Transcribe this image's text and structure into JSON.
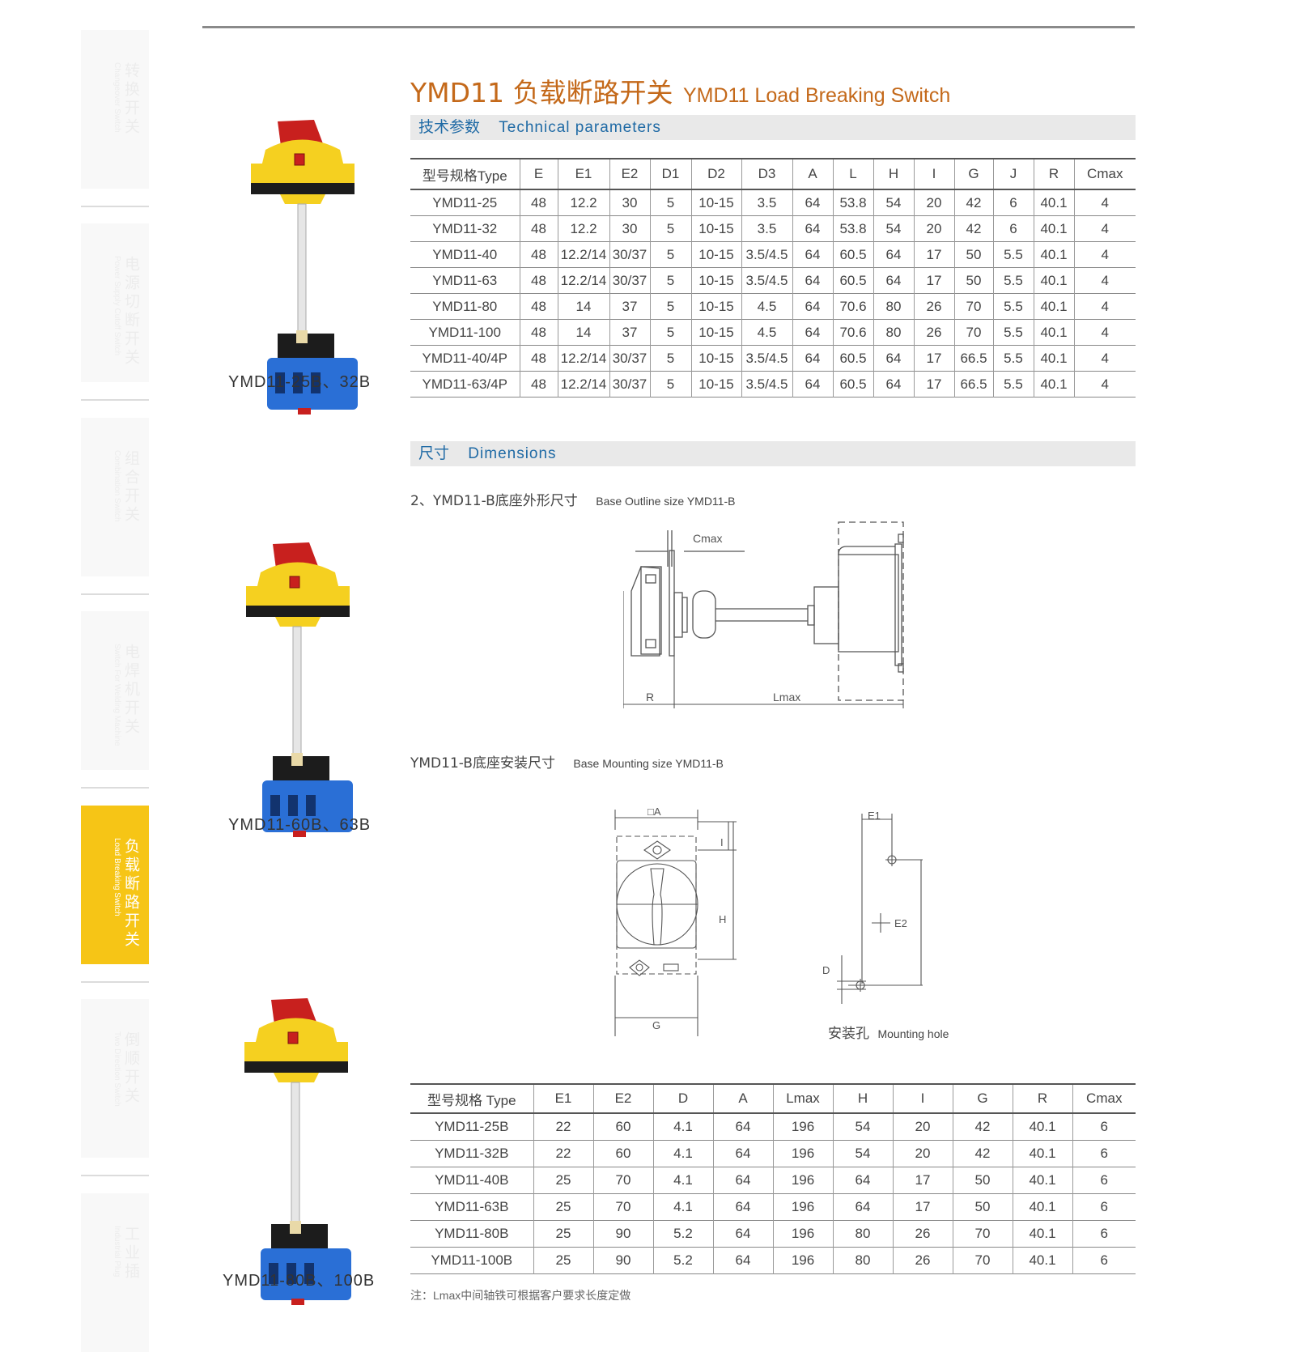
{
  "sidebar": [
    {
      "cn": "转换开关",
      "en": "Changeover Switch",
      "active": false
    },
    {
      "cn": "电源切断开关",
      "en": "Power Supply Cutoff Switch",
      "active": false
    },
    {
      "cn": "组合开关",
      "en": "Combination Switch",
      "active": false
    },
    {
      "cn": "电焊机开关",
      "en": "Switch For Welding Machine",
      "active": false
    },
    {
      "cn": "负载断路开关",
      "en": "Load Breaking Switch",
      "active": true
    },
    {
      "cn": "倒顺开关",
      "en": "Two Direction Switch",
      "active": false
    },
    {
      "cn": "工业插",
      "en": "Industrial Plug",
      "active": false
    }
  ],
  "header": {
    "title_cn": "YMD11 负载断路开关",
    "title_en": "YMD11 Load Breaking Switch"
  },
  "tech": {
    "band_cn": "技术参数",
    "band_en": "Technical  parameters",
    "columns": [
      "型号规格Type",
      "E",
      "E1",
      "E2",
      "D1",
      "D2",
      "D3",
      "A",
      "L",
      "H",
      "I",
      "G",
      "J",
      "R",
      "Cmax"
    ],
    "rows": [
      [
        "YMD11-25",
        "48",
        "12.2",
        "30",
        "5",
        "10-15",
        "3.5",
        "64",
        "53.8",
        "54",
        "20",
        "42",
        "6",
        "40.1",
        "4"
      ],
      [
        "YMD11-32",
        "48",
        "12.2",
        "30",
        "5",
        "10-15",
        "3.5",
        "64",
        "53.8",
        "54",
        "20",
        "42",
        "6",
        "40.1",
        "4"
      ],
      [
        "YMD11-40",
        "48",
        "12.2/14",
        "30/37",
        "5",
        "10-15",
        "3.5/4.5",
        "64",
        "60.5",
        "64",
        "17",
        "50",
        "5.5",
        "40.1",
        "4"
      ],
      [
        "YMD11-63",
        "48",
        "12.2/14",
        "30/37",
        "5",
        "10-15",
        "3.5/4.5",
        "64",
        "60.5",
        "64",
        "17",
        "50",
        "5.5",
        "40.1",
        "4"
      ],
      [
        "YMD11-80",
        "48",
        "14",
        "37",
        "5",
        "10-15",
        "4.5",
        "64",
        "70.6",
        "80",
        "26",
        "70",
        "5.5",
        "40.1",
        "4"
      ],
      [
        "YMD11-100",
        "48",
        "14",
        "37",
        "5",
        "10-15",
        "4.5",
        "64",
        "70.6",
        "80",
        "26",
        "70",
        "5.5",
        "40.1",
        "4"
      ],
      [
        "YMD11-40/4P",
        "48",
        "12.2/14",
        "30/37",
        "5",
        "10-15",
        "3.5/4.5",
        "64",
        "60.5",
        "64",
        "17",
        "66.5",
        "5.5",
        "40.1",
        "4"
      ],
      [
        "YMD11-63/4P",
        "48",
        "12.2/14",
        "30/37",
        "5",
        "10-15",
        "3.5/4.5",
        "64",
        "60.5",
        "64",
        "17",
        "66.5",
        "5.5",
        "40.1",
        "4"
      ]
    ]
  },
  "dims": {
    "band_cn": "尺寸",
    "band_en": "Dimensions",
    "outline_cn": "2、YMD11-B底座外形尺寸",
    "outline_en": "Base Outline size YMD11-B",
    "mount_cn": "YMD11-B底座安装尺寸",
    "mount_en": "Base Mounting size YMD11-B",
    "hole_cn": "安装孔",
    "hole_en": "Mounting hole",
    "labels": {
      "cmax": "Cmax",
      "r": "R",
      "lmax": "Lmax",
      "a": "□A",
      "i": "I",
      "h": "H",
      "g": "G",
      "e1": "E1",
      "e2": "E2",
      "d": "D"
    }
  },
  "products": [
    "YMD11-25B、32B",
    "YMD11-60B、63B",
    "YMD11-80B、100B"
  ],
  "base_table": {
    "columns": [
      "型号规格 Type",
      "E1",
      "E2",
      "D",
      "A",
      "Lmax",
      "H",
      "I",
      "G",
      "R",
      "Cmax"
    ],
    "rows": [
      [
        "YMD11-25B",
        "22",
        "60",
        "4.1",
        "64",
        "196",
        "54",
        "20",
        "42",
        "40.1",
        "6"
      ],
      [
        "YMD11-32B",
        "22",
        "60",
        "4.1",
        "64",
        "196",
        "54",
        "20",
        "42",
        "40.1",
        "6"
      ],
      [
        "YMD11-40B",
        "25",
        "70",
        "4.1",
        "64",
        "196",
        "64",
        "17",
        "50",
        "40.1",
        "6"
      ],
      [
        "YMD11-63B",
        "25",
        "70",
        "4.1",
        "64",
        "196",
        "64",
        "17",
        "50",
        "40.1",
        "6"
      ],
      [
        "YMD11-80B",
        "25",
        "90",
        "5.2",
        "64",
        "196",
        "80",
        "26",
        "70",
        "40.1",
        "6"
      ],
      [
        "YMD11-100B",
        "25",
        "90",
        "5.2",
        "64",
        "196",
        "80",
        "26",
        "70",
        "40.1",
        "6"
      ]
    ]
  },
  "note": "注：Lmax中间轴铁可根据客户要求长度定做",
  "colors": {
    "title": "#c4691a",
    "band_text": "#1f6aa5",
    "active_tab": "#f6c516",
    "knob_red": "#c8201e",
    "yellow": "#f5d020",
    "blue": "#2a6fd6"
  }
}
